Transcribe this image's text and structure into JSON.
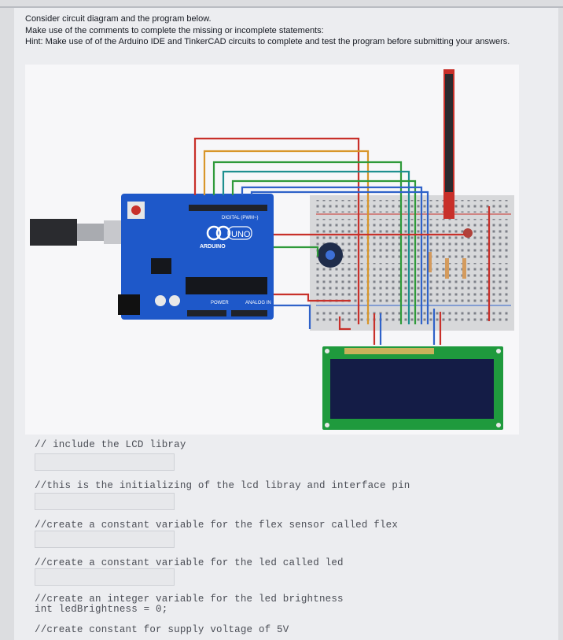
{
  "instructions": {
    "line1": "Consider circuit diagram and the program below.",
    "line2": "Make use of the comments to complete the missing or incomplete statements:",
    "line3": "Hint: Make use of of the Arduino IDE and TinkerCAD circuits to complete and test the program before submitting your answers."
  },
  "diagram": {
    "board_logo": "UNO",
    "board_brand": "ARDUINO",
    "digital_label": "DIGITAL (PWM~)",
    "power_label": "POWER",
    "analog_label": "ANALOG IN",
    "colors": {
      "board": "#1e58c9",
      "breadboard": "#d7d8da",
      "lcd_pcb": "#1f9a3d",
      "lcd_screen": "#141c46",
      "wire_red": "#c8302a",
      "wire_orange": "#d8962a",
      "wire_green": "#2f9a3a",
      "wire_teal": "#1e8f8f",
      "wire_blue": "#2f62c9"
    }
  },
  "code": {
    "c1": "// include the LCD libray",
    "c2": "//this is the initializing of the lcd libray and interface pin",
    "c3": "//create a constant variable for the flex sensor called flex",
    "c4": "//create a constant variable for the led called led",
    "c5": "//create an integer variable for the led brightness",
    "c5b": "int ledBrightness = 0;",
    "c6": "//create constant for supply voltage of 5V"
  }
}
